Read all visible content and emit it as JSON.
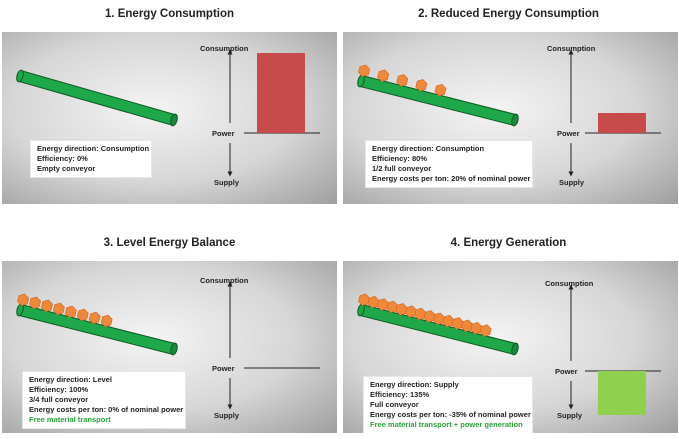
{
  "panels": [
    {
      "title": "1. Energy Consumption",
      "info": [
        "Energy direction: Consumption",
        "Efficiency: 0%",
        "Empty conveyor"
      ],
      "highlight": "",
      "axis": {
        "top": "Consumption",
        "middle": "Power",
        "bottom": "Supply"
      },
      "bar_level": 1.0,
      "bar_color": "#c84b4b",
      "load_packages": 0
    },
    {
      "title": "2. Reduced Energy Consumption",
      "info": [
        "Energy direction: Consumption",
        "Efficiency: 80%",
        "1/2 full conveyor",
        "Energy costs per ton: 20% of nominal power"
      ],
      "highlight": "",
      "axis": {
        "top": "Consumption",
        "middle": "Power",
        "bottom": "Supply"
      },
      "bar_level": 0.25,
      "bar_color": "#c84b4b",
      "load_packages": 5
    },
    {
      "title": "3. Level Energy Balance",
      "info": [
        "Energy direction: Level",
        "Efficiency: 100%",
        "3/4 full conveyor",
        "Energy costs per ton: 0% of nominal power"
      ],
      "highlight": "Free material transport",
      "axis": {
        "top": "Consumption",
        "middle": "Power",
        "bottom": "Supply"
      },
      "bar_level": 0,
      "bar_color": "#c84b4b",
      "load_packages": 8
    },
    {
      "title": "4. Energy Generation",
      "info": [
        "Energy direction: Supply",
        "Efficiency: 135%",
        "Full conveyor",
        "Energy costs per ton: -35% of nominal power"
      ],
      "highlight": "Free material transport + power generation",
      "axis": {
        "top": "Consumption",
        "middle": "Power",
        "bottom": "Supply"
      },
      "bar_level": -0.55,
      "bar_color": "#8fd14f",
      "load_packages": 14
    }
  ],
  "colors": {
    "conveyor": "#1fa84a",
    "package": "#f0883a",
    "highlight_text": "#2aa03a"
  }
}
